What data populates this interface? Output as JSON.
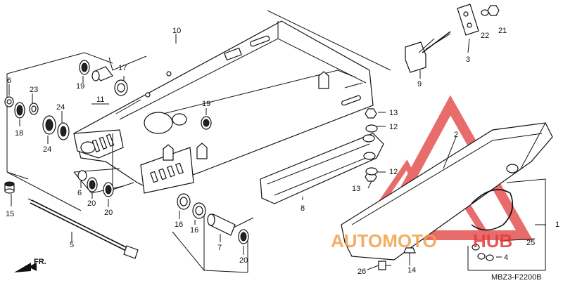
{
  "diagram": {
    "code": "MBZ3-F2200B",
    "direction_label": "FR.",
    "watermark": {
      "text_main": "AUTOMOTO",
      "text_suffix": "HUB",
      "color_red": "#e23b3b",
      "color_orange": "#f0a24a"
    },
    "callouts": [
      "1",
      "2",
      "3",
      "4",
      "5",
      "6",
      "6",
      "7",
      "8",
      "9",
      "10",
      "11",
      "12",
      "12",
      "13",
      "13",
      "14",
      "15",
      "16",
      "16",
      "17",
      "18",
      "19",
      "19",
      "20",
      "20",
      "20",
      "21",
      "22",
      "23",
      "24",
      "24",
      "25",
      "26"
    ]
  }
}
